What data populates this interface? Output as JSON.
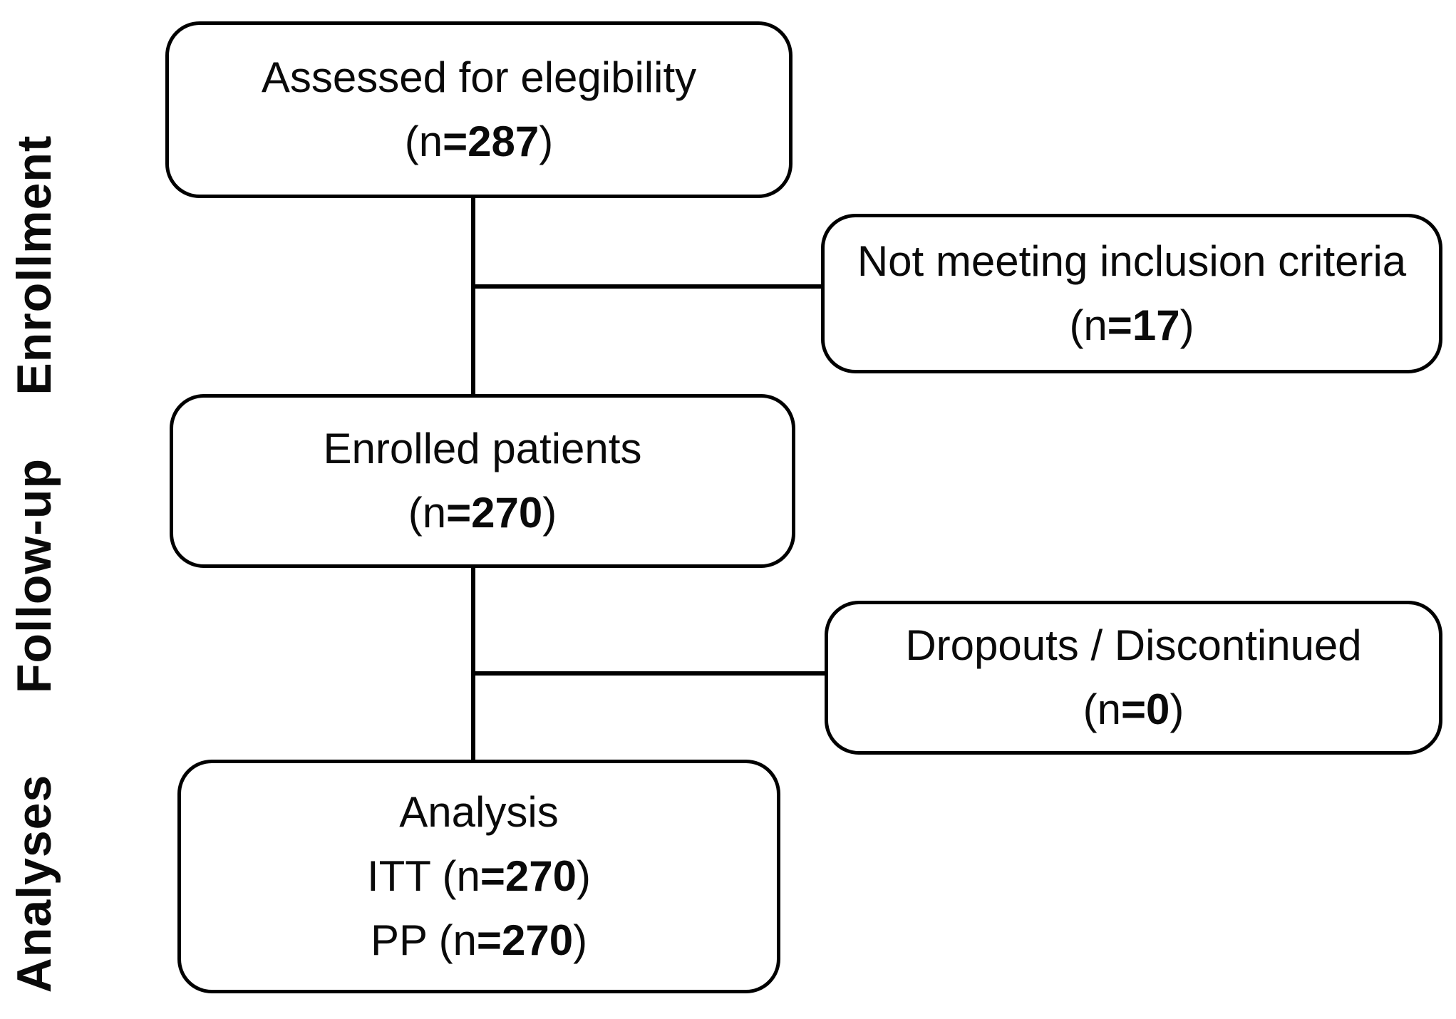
{
  "diagram": {
    "type": "consort-patient-flow",
    "colors": {
      "background": "#ffffff",
      "box_border": "#000000",
      "line": "#000000",
      "text": "#0a0a0a"
    },
    "stages": [
      {
        "label": "Enrollment"
      },
      {
        "label": "Follow-up"
      },
      {
        "label": "Analyses"
      }
    ],
    "boxes": {
      "assessed": {
        "title": "Assessed for elegibility",
        "n_prefix": "(n",
        "n_value": "=287",
        "n_suffix": ")"
      },
      "not_meeting": {
        "title": "Not meeting inclusion criteria",
        "n_prefix": "(n",
        "n_value": "=17",
        "n_suffix": ")"
      },
      "enrolled": {
        "title": "Enrolled patients",
        "n_prefix": "(n",
        "n_value": "=270",
        "n_suffix": ")"
      },
      "dropouts": {
        "title": "Dropouts / Discontinued",
        "n_prefix": "(n",
        "n_value": "=0",
        "n_suffix": ")"
      },
      "analysis": {
        "title": "Analysis",
        "itt_prefix": "ITT (n",
        "itt_value": "=270",
        "itt_suffix": ")",
        "pp_prefix": "PP (n",
        "pp_value": "=270",
        "pp_suffix": ")"
      }
    }
  }
}
